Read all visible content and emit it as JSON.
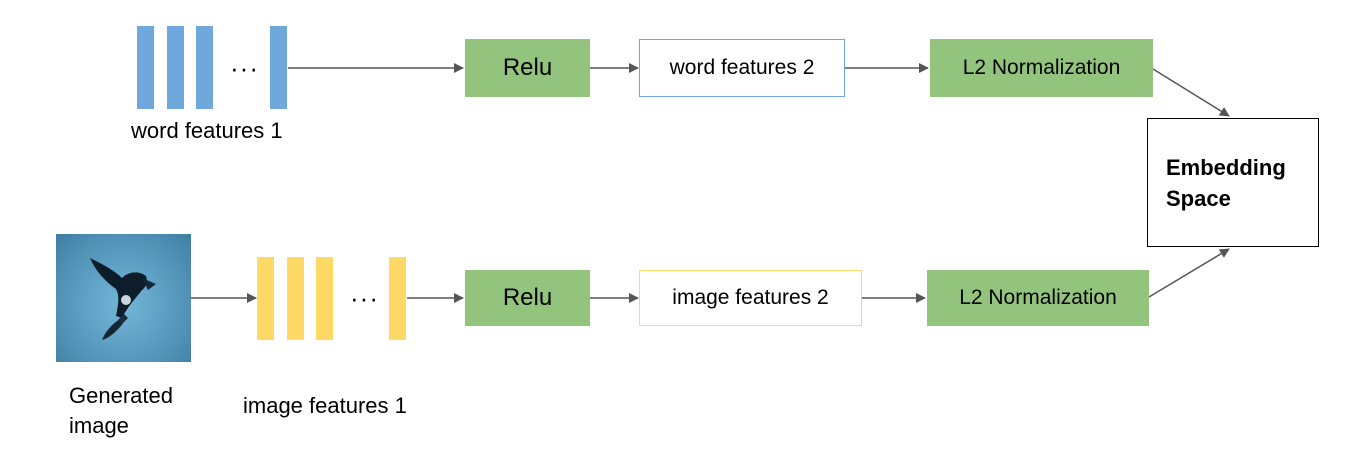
{
  "colors": {
    "green": "#93c47d",
    "word_bar": "#6fa8dc",
    "image_bar": "#ffd966",
    "arrow": "#555555",
    "word_box_border": "#6fa8dc",
    "image_box_border": "#ffd966"
  },
  "icons": {
    "generated_image": "bird-photo-icon"
  },
  "top_row": {
    "ellipsis": "···",
    "features_label": "word features 1",
    "relu": "Relu",
    "features2": "word features 2",
    "norm": "L2 Normalization"
  },
  "bottom_row": {
    "image_label_line1": "Generated",
    "image_label_line2": "image",
    "ellipsis": "···",
    "features_label": "image features 1",
    "relu": "Relu",
    "features2": "image features 2",
    "norm": "L2 Normalization"
  },
  "embedding": {
    "line1": "Embedding",
    "line2": "Space"
  }
}
